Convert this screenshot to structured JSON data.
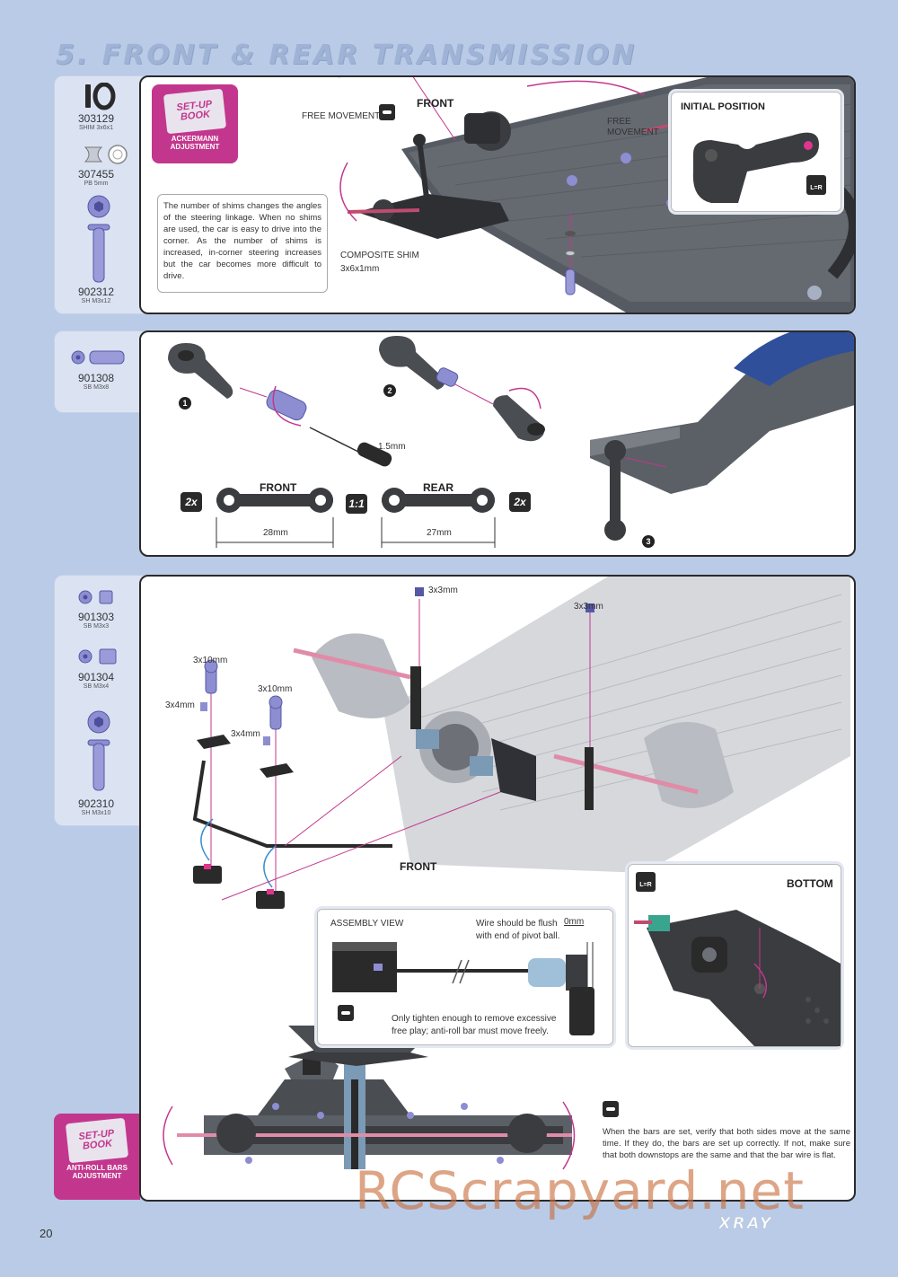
{
  "page": {
    "title": "5. FRONT & REAR TRANSMISSION",
    "number": "20",
    "brand": "XRAY",
    "watermark": "RCScrapyard.net"
  },
  "step1": {
    "parts": [
      {
        "num": "303129",
        "sub": "SHIM 3x6x1"
      },
      {
        "num": "307455",
        "sub": "PB 5mm"
      },
      {
        "num": "902312",
        "sub": "SH M3x12"
      }
    ],
    "setup_book": {
      "line1": "SET-UP",
      "line2": "BOOK",
      "caption": "ACKERMANN ADJUSTMENT"
    },
    "note": "The number of shims changes the angles of the steering linkage. When no shims are used, the car is easy to drive into the corner. As the number of shims is increased, in-corner steering increases but the car becomes more difficult to drive.",
    "free_movement_1": "FREE MOVEMENT",
    "free_movement_2a": "FREE",
    "free_movement_2b": "MOVEMENT",
    "front": "FRONT",
    "composite_1": "COMPOSITE SHIM",
    "composite_2": "3x6x1mm",
    "initial_position": "INITIAL POSITION",
    "lr": "L=R"
  },
  "step2": {
    "parts": [
      {
        "num": "901308",
        "sub": "SB M3x8"
      }
    ],
    "n1": "1",
    "n2": "2",
    "n3": "3",
    "tool": "1.5mm",
    "front": "FRONT",
    "rear": "REAR",
    "qty_front": "2x",
    "qty_rear": "2x",
    "ratio": "1:1",
    "len_front": "28mm",
    "len_rear": "27mm"
  },
  "step3": {
    "parts": [
      {
        "num": "901303",
        "sub": "SB M3x3"
      },
      {
        "num": "901304",
        "sub": "SB M3x4"
      },
      {
        "num": "902310",
        "sub": "SH M3x10"
      }
    ],
    "setup_book": {
      "line1": "SET-UP",
      "line2": "BOOK",
      "caption1": "ANTI-ROLL BARS",
      "caption2": "ADJUSTMENT"
    },
    "screw_3x3a": "3x3mm",
    "screw_3x3b": "3x3mm",
    "screw_3x10a": "3x10mm",
    "screw_3x10b": "3x10mm",
    "screw_3x4a": "3x4mm",
    "screw_3x4b": "3x4mm",
    "front": "FRONT",
    "bottom": "BOTTOM",
    "lr": "L=R",
    "assembly_view": "ASSEMBLY VIEW",
    "wire_1": "Wire should be flush",
    "wire_2": "with end of pivot ball.",
    "zero": "0mm",
    "tighten_1": "Only tighten enough to remove excessive",
    "tighten_2": "free play; anti-roll bar must move freely.",
    "verify": "When the bars are set, verify that both sides move at the same time. If they do, the bars are set up correctly. If not, make sure that both downstops are the same and that the bar wire is flat."
  }
}
